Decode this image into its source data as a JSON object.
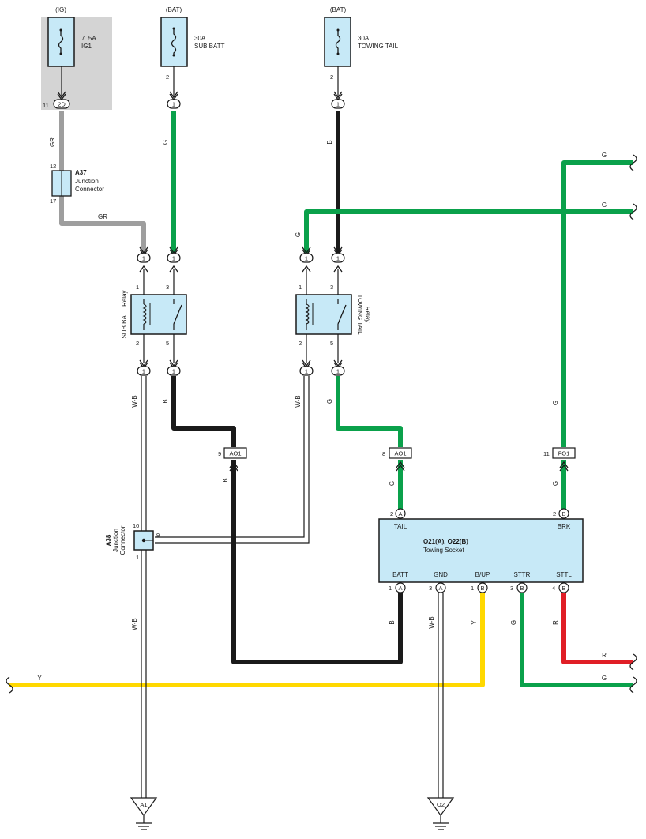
{
  "colors": {
    "fuse_fill": "#c7e9f7",
    "ig_panel": "#d4d4d4",
    "green": "#0aa14b",
    "black": "#1a1a1a",
    "gray": "#9e9e9e",
    "yellow": "#ffd800",
    "red": "#e01e26",
    "socket_fill": "#c7e9f7"
  },
  "fuses": [
    {
      "source": "(IG)",
      "rating": "7. 5A",
      "name": "IG1",
      "pin": "11",
      "connector": "2D"
    },
    {
      "source": "(BAT)",
      "rating": "30A",
      "name": "SUB BATT",
      "pin": "2",
      "connector": "1"
    },
    {
      "source": "(BAT)",
      "rating": "30A",
      "name": "TOWING TAIL",
      "pin": "2",
      "connector": "1"
    }
  ],
  "junction_a37": {
    "code": "A37",
    "line1": "Junction",
    "line2": "Connector",
    "pin_top": "12",
    "pin_bottom": "17"
  },
  "junction_a38": {
    "code": "A38",
    "line1": "Junction",
    "line2": "Connector",
    "pin_top": "10",
    "pin_right": "9",
    "pin_bottom": "1"
  },
  "relay_sub": {
    "name": "SUB BATT Relay",
    "pins": [
      "1",
      "3",
      "2",
      "5"
    ]
  },
  "relay_tow": {
    "line1": "TOWING TAIL",
    "line2": "Relay",
    "pins": [
      "1",
      "3",
      "2",
      "5"
    ]
  },
  "connectors": {
    "one": "1",
    "ao1": "AO1",
    "fo1": "FO1",
    "ao1_left_pin": "9",
    "ao1_right_pin": "8",
    "fo1_pin": "11"
  },
  "wire_labels": {
    "gr": "GR",
    "g": "G",
    "b": "B",
    "wb": "W-B",
    "y": "Y",
    "r": "R"
  },
  "socket": {
    "title": "O21(A), O22(B)",
    "subtitle": "Towing Socket",
    "top_terminals": [
      {
        "label": "TAIL",
        "pin": "2",
        "conn": "A"
      },
      {
        "label": "BRK",
        "pin": "2",
        "conn": "B"
      }
    ],
    "bottom_terminals": [
      {
        "label": "BATT",
        "pin": "1",
        "conn": "A"
      },
      {
        "label": "GND",
        "pin": "3",
        "conn": "A"
      },
      {
        "label": "B/UP",
        "pin": "1",
        "conn": "B"
      },
      {
        "label": "STTR",
        "pin": "3",
        "conn": "B"
      },
      {
        "label": "STTL",
        "pin": "4",
        "conn": "B"
      }
    ]
  },
  "grounds": [
    "A1",
    "O2"
  ]
}
